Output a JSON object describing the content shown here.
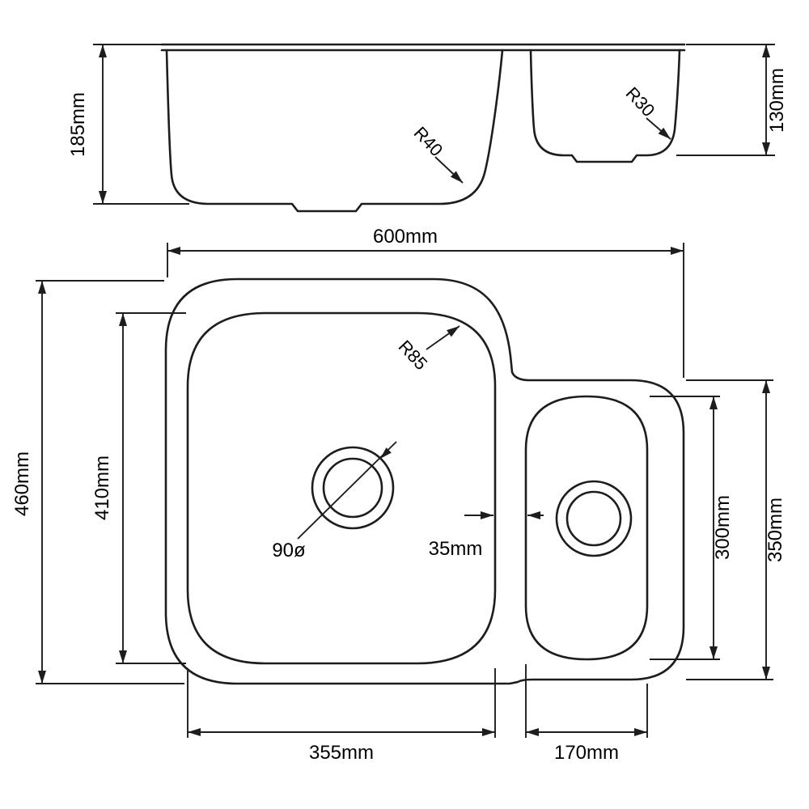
{
  "drawing": {
    "line_color": "#1d1d1b",
    "background_color": "#ffffff"
  },
  "side_view": {
    "large_bowl_depth": "185mm",
    "small_bowl_depth": "130mm",
    "large_bowl_corner_radius": "R40",
    "small_bowl_corner_radius": "R30"
  },
  "plan_view": {
    "overall_width": "600mm",
    "overall_depth": "460mm",
    "large_bowl_inner_depth": "410mm",
    "large_bowl_inner_width": "355mm",
    "small_bowl_inner_width": "170mm",
    "small_bowl_outer_depth": "350mm",
    "small_bowl_inner_depth": "300mm",
    "divider_width": "35mm",
    "drain_diameter": "90ø",
    "bowl_corner_radius": "R85"
  }
}
